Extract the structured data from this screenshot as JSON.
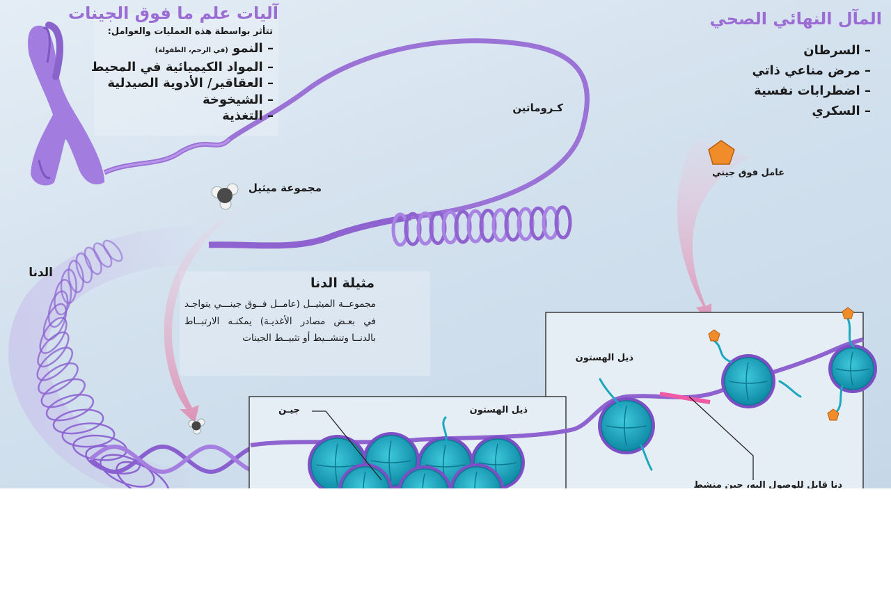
{
  "mechanisms": {
    "title": "آليات علم ما فوق الجينات",
    "subtitle": "تتأثر بواسطة هذه العمليات والعوامل:",
    "items": [
      {
        "text": "– النمو",
        "note": "(في الرحم، الطفولة)"
      },
      {
        "text": "– المواد الكيميائية في المحيط"
      },
      {
        "text": "– العقاقير/ الأدوية الصيدلية"
      },
      {
        "text": "– الشيخوخة"
      },
      {
        "text": "– التغذية"
      }
    ]
  },
  "outcomes": {
    "title": "المآل النهائي الصحي",
    "items": [
      "– السرطان",
      "– مرض مناعي ذاتي",
      "– اضطرابات نفسية",
      "– السكري"
    ]
  },
  "labels": {
    "chromatin": "كـروماتين",
    "methyl_group": "مجموعة ميثيل",
    "epigenetic_factor": "عامل فوق جيني",
    "dna": "الدنا",
    "histone_tail_right": "ذيل الهستون",
    "histone_tail_left": "ذيل الهستون",
    "gene": "جيـن",
    "bottom_right_cut": "دنا قابل للوصول اليه، جين منشط"
  },
  "methylation": {
    "title": "مثيلة الدنا",
    "body": "مجموعــة الميثيــل (عامــل فــوق جينـــي يتواجـد في بعـض مصادر الأغذيـة) يمكنـه الارتبــاط بالدنــا وتنشــيط أو تثبيــط الجينات"
  },
  "colors": {
    "title_purple": "#9a6cd4",
    "chromatin_purple": "#9b72d6",
    "histone_teal": "#1ba7bf",
    "factor_orange": "#f08c2a",
    "arrow_pink": "#e39ab8"
  }
}
